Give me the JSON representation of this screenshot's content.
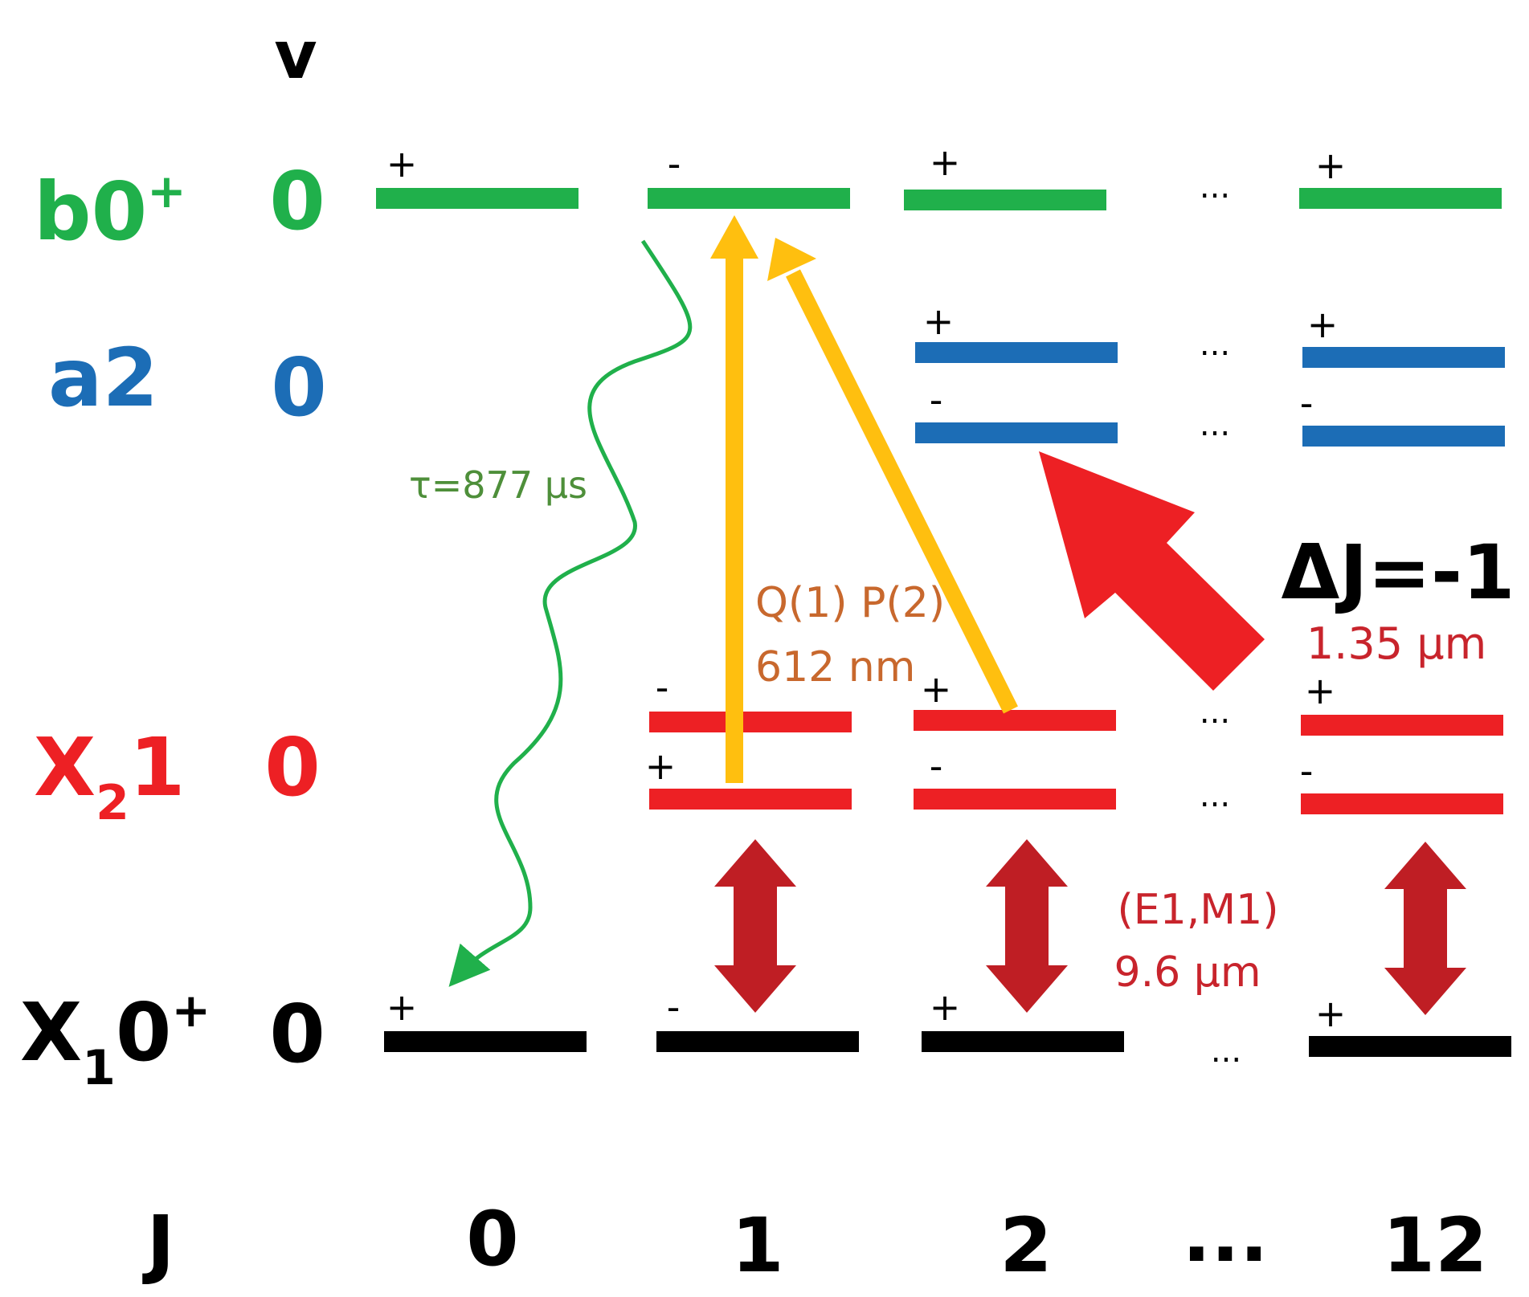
{
  "colors": {
    "green": "#20b04b",
    "blue": "#1c6db6",
    "red": "#ed2024",
    "black": "#000000",
    "yellow": "#ffbf0f",
    "darkred": "#bf1e24",
    "orange_text": "#c8682d",
    "tau_text": "#4e8f3a",
    "red_text": "#c8242c"
  },
  "axis": {
    "v_label": "v",
    "j_label": "J"
  },
  "j_columns": [
    "0",
    "1",
    "2",
    "...",
    "12"
  ],
  "states": {
    "b0": {
      "name": "b0",
      "sup": "+",
      "v": "0"
    },
    "a2": {
      "name": "a2",
      "v": "0"
    },
    "x2": {
      "name_main": "X",
      "sub": "2",
      "name_tail": "1",
      "v": "0"
    },
    "x1": {
      "name_main": "X",
      "sub": "1",
      "name_tail": "0",
      "sup": "+",
      "v": "0"
    }
  },
  "parity": {
    "b0": [
      "+",
      "-",
      "+",
      "+"
    ],
    "a2_upper": [
      "+",
      "+"
    ],
    "a2_lower": [
      "-",
      "-"
    ],
    "x2_upper": [
      "-",
      "+",
      "+"
    ],
    "x2_lower": [
      "+",
      "-",
      "-"
    ],
    "x1": [
      "+",
      "-",
      "+",
      "+"
    ]
  },
  "ellipsis": "...",
  "annotations": {
    "tau": "τ=877 µs",
    "q_p_line1": "Q(1) P(2)",
    "q_p_line2": "612 nm",
    "delta_j": "ΔJ=-1",
    "delta_j_wl": "1.35 µm",
    "e1m1_line1": "(E1,M1)",
    "e1m1_line2": "9.6 µm"
  }
}
